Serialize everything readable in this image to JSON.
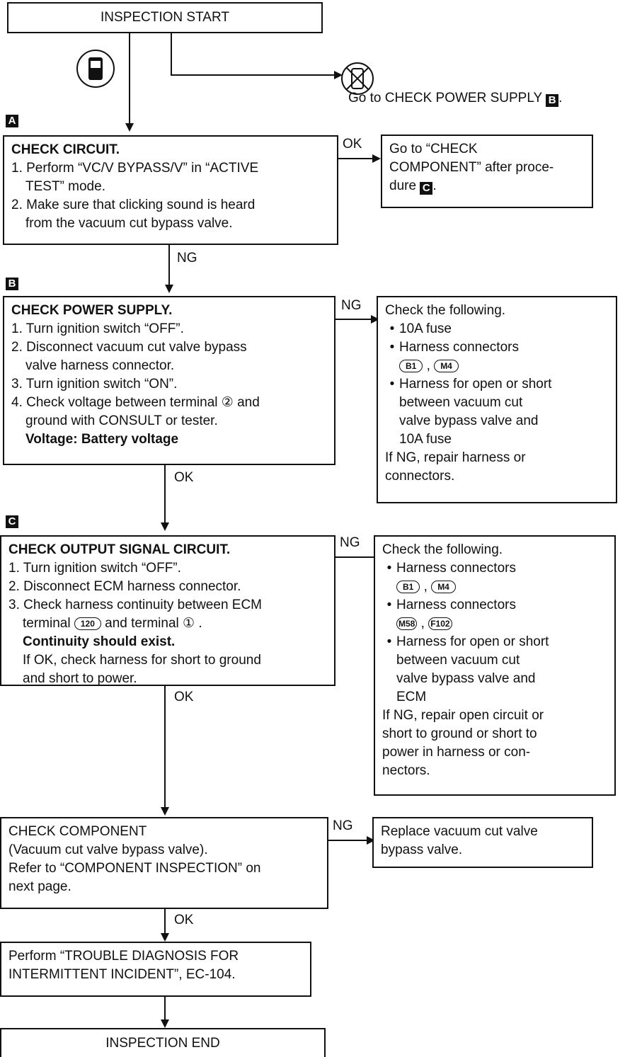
{
  "start": "INSPECTION START",
  "end": "INSPECTION END",
  "go_to_b": "Go to CHECK POWER SUPPLY",
  "badges": {
    "a": "A",
    "b": "B",
    "c": "C"
  },
  "box_a": {
    "title": "CHECK CIRCUIT.",
    "step1a": "1. Perform “VC/V BYPASS/V” in “ACTIVE",
    "step1b": "TEST” mode.",
    "step2a": "2. Make sure that clicking sound is heard",
    "step2b": "from the vacuum cut bypass valve."
  },
  "box_a_ok": {
    "line1": "Go to “CHECK",
    "line2": "COMPONENT” after proce-",
    "line3": "dure"
  },
  "box_b": {
    "title": "CHECK POWER SUPPLY.",
    "s1": "1. Turn ignition switch “OFF”.",
    "s2a": "2. Disconnect vacuum cut valve bypass",
    "s2b": "valve harness connector.",
    "s3": "3. Turn ignition switch “ON”.",
    "s4a": "4. Check voltage between terminal ② and",
    "s4b": "ground with CONSULT or tester.",
    "s4c": "Voltage: Battery voltage"
  },
  "box_b_ng": {
    "head": "Check the following.",
    "i1": "10A fuse",
    "i2": "Harness connectors",
    "c1": "B1",
    "c2": "M4",
    "i3a": "Harness for open or short",
    "i3b": "between vacuum cut",
    "i3c": "valve bypass valve and",
    "i3d": "10A fuse",
    "foot1": "If NG, repair harness or",
    "foot2": "connectors."
  },
  "box_c": {
    "title": "CHECK OUTPUT SIGNAL CIRCUIT.",
    "s1": "1. Turn ignition switch “OFF”.",
    "s2": "2. Disconnect ECM harness connector.",
    "s3a": "3. Check harness continuity between ECM",
    "s3b_pre": "terminal",
    "term": "120",
    "s3b_post": "and terminal ① .",
    "s3c": "Continuity should exist.",
    "s3d": "If OK, check harness for short to ground",
    "s3e": "and short to power."
  },
  "box_c_ng": {
    "head": "Check the following.",
    "i1": "Harness connectors",
    "c1": "B1",
    "c2": "M4",
    "i2": "Harness connectors",
    "c3": "M58",
    "c4": "F102",
    "i3a": "Harness for open or short",
    "i3b": "between vacuum cut",
    "i3c": "valve bypass valve and",
    "i3d": "ECM",
    "f1": "If NG, repair open circuit or",
    "f2": "short to ground or short to",
    "f3": "power in harness or con-",
    "f4": "nectors."
  },
  "box_comp": {
    "l1": "CHECK COMPONENT",
    "l2": "(Vacuum cut valve bypass valve).",
    "l3": "Refer to “COMPONENT INSPECTION” on",
    "l4": "next page."
  },
  "box_comp_ng": {
    "l1": "Replace vacuum cut valve",
    "l2": "bypass valve."
  },
  "box_trouble": {
    "l1": "Perform “TROUBLE DIAGNOSIS FOR",
    "l2": "INTERMITTENT INCIDENT”, EC-104."
  },
  "labels": {
    "ok": "OK",
    "ng": "NG"
  }
}
